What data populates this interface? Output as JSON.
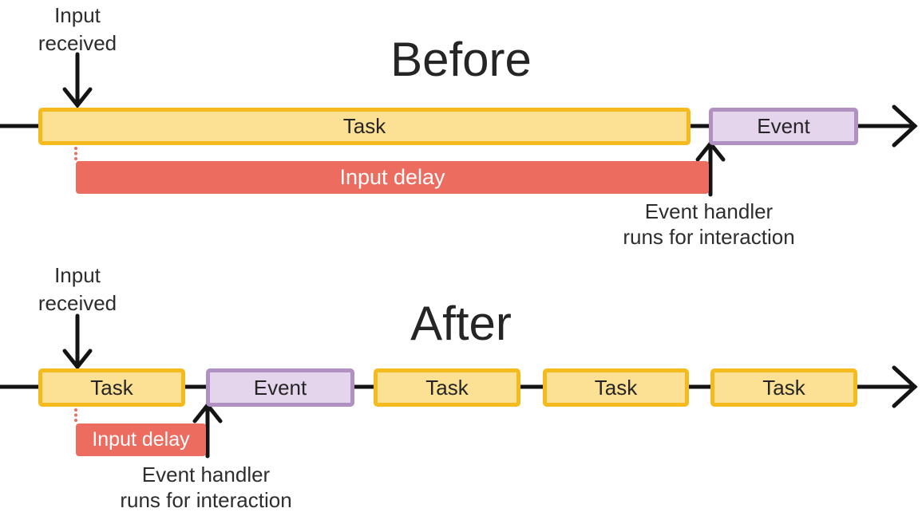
{
  "colors": {
    "task_fill": "#FCE094",
    "task_border": "#F5BA1E",
    "event_fill": "#E5D5EC",
    "event_border": "#B190C2",
    "delay_fill": "#ED6C60",
    "delay_text": "#FFFFFF",
    "text": "#2D2D2D",
    "line": "#141414"
  },
  "before": {
    "title": "Before",
    "input_label_line1": "Input",
    "input_label_line2": "received",
    "bars": [
      {
        "type": "task",
        "label": "Task"
      },
      {
        "type": "event",
        "label": "Event"
      }
    ],
    "delay_label": "Input delay",
    "handler_line1": "Event handler",
    "handler_line2": "runs for interaction"
  },
  "after": {
    "title": "After",
    "input_label_line1": "Input",
    "input_label_line2": "received",
    "bars": [
      {
        "type": "task",
        "label": "Task"
      },
      {
        "type": "event",
        "label": "Event"
      },
      {
        "type": "task",
        "label": "Task"
      },
      {
        "type": "task",
        "label": "Task"
      },
      {
        "type": "task",
        "label": "Task"
      }
    ],
    "delay_label": "Input delay",
    "handler_line1": "Event handler",
    "handler_line2": "runs for interaction"
  }
}
